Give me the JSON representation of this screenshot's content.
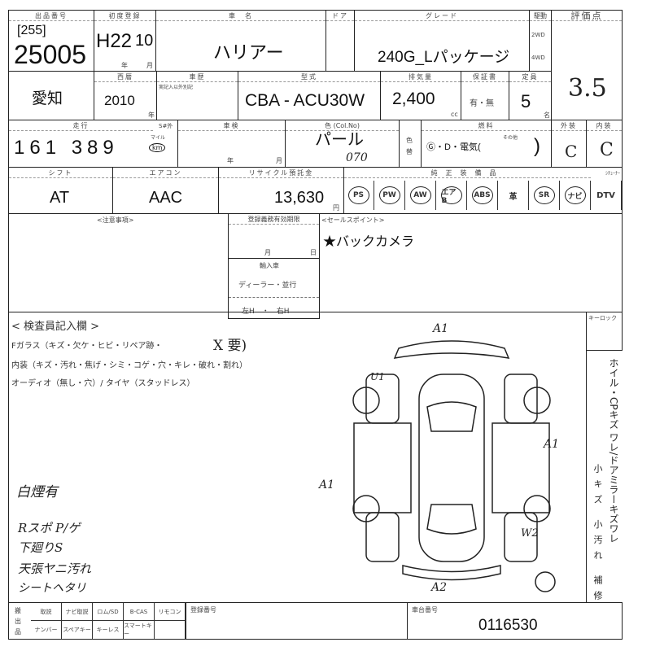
{
  "header": {
    "lot_label": "出品番号",
    "lot_sub": "[255]",
    "lot_number": "25005",
    "first_reg_label": "初度登録",
    "first_reg_era": "H22",
    "first_reg_month": "10",
    "year_unit": "年",
    "month_unit": "月",
    "car_name_label": "車　名",
    "car_name": "ハリアー",
    "door_label": "ドア",
    "grade_label": "グレード",
    "grade": "240G_Lパッケージ",
    "drive_label": "駆動",
    "drive_2wd": "2WD",
    "drive_4wd": "4WD",
    "score_label": "評価点",
    "score": "3.5"
  },
  "row2": {
    "region": "愛知",
    "year_label": "西暦",
    "year": "2010",
    "year_unit": "年",
    "history_label": "車歴",
    "history_sub": "実記入以外別記",
    "model_label": "型式",
    "model": "CBA - ACU30W",
    "displacement_label": "排気量",
    "displacement": "2,400",
    "cc": "cc",
    "warranty_label": "保証書",
    "warranty": "有・無",
    "capacity_label": "定員",
    "capacity": "5",
    "capacity_unit": "名"
  },
  "row3": {
    "mileage_label": "走行",
    "mileage_sub": "S#外",
    "mileage": "161 389",
    "mile_unit": "マイル",
    "km_unit": "km",
    "inspection_label": "車検",
    "year_unit": "年",
    "month_unit": "月",
    "color_label": "色 (Col.No)",
    "color": "パール",
    "color_no": "070",
    "color_change_label": "色替",
    "fuel_label": "燃料",
    "fuel": "Ⓖ・D・電気(",
    "fuel_other": "その他",
    "fuel_close": ")",
    "exterior_label": "外装",
    "exterior": "C",
    "interior_label": "内装",
    "interior": "C"
  },
  "row4": {
    "shift_label": "シフト",
    "shift": "AT",
    "ac_label": "エアコン",
    "ac": "AAC",
    "recycle_label": "リサイクル預託金",
    "recycle": "13,630",
    "yen": "円",
    "equipment_label": "純正装備品",
    "tuner_label": "ｼﾁｭｰﾅｰ",
    "options": [
      {
        "label": "PS",
        "circled": true
      },
      {
        "label": "PW",
        "circled": true
      },
      {
        "label": "AW",
        "circled": true
      },
      {
        "label": "エアB",
        "circled": true
      },
      {
        "label": "ABS",
        "circled": true
      },
      {
        "label": "革",
        "circled": false
      },
      {
        "label": "SR",
        "circled": true
      },
      {
        "label": "ナビ",
        "circled": true
      },
      {
        "label": "DTV",
        "circled": false
      }
    ]
  },
  "notes": {
    "caution_label": "<注意事項>",
    "registration_label": "登録義務有効期限",
    "month": "月",
    "day": "日",
    "import_label": "輸入車",
    "import_type": "ディーラー・並行",
    "handle": "左H　・　右H",
    "sales_point_label": "<セールスポイント>",
    "sales_point": "★バックカメラ"
  },
  "inspector": {
    "title": "< 検査員記入欄 >",
    "lines": [
      "Fガラス（キズ・欠ケ・ヒビ・リペア跡・",
      "内装（キズ・汚れ・焦げ・シミ・コゲ・穴・キレ・破れ・割れ）",
      "オーディオ（無し・穴）/ タイヤ（スタッドレス）"
    ],
    "glass_mark": "X 要)",
    "handwritten": [
      "白煙有",
      "Rスポ P/ゲ",
      "下廻りS",
      "天張ヤニ汚れ",
      "シートヘタリ"
    ],
    "diagram_marks": [
      "A1",
      "A1",
      "A1",
      "A2",
      "W2",
      "U1"
    ],
    "keylock_label": "キーロック",
    "side_text": "ホイル・CPキズ ワレ/ドアミラーキズワレ",
    "side_text2": "小キズ 小汚れ 補修"
  },
  "footer": {
    "carry_label": "搬出品",
    "items_top": [
      "取説",
      "ナビ取説",
      "ロム/SD",
      "B-CAS",
      "リモコン"
    ],
    "items_bottom": [
      "ナンバー",
      "スペアキー",
      "キーレス",
      "スマートキー",
      ""
    ],
    "reg_number_label": "登録番号",
    "chassis_label": "車台番号",
    "chassis": "0116530"
  }
}
